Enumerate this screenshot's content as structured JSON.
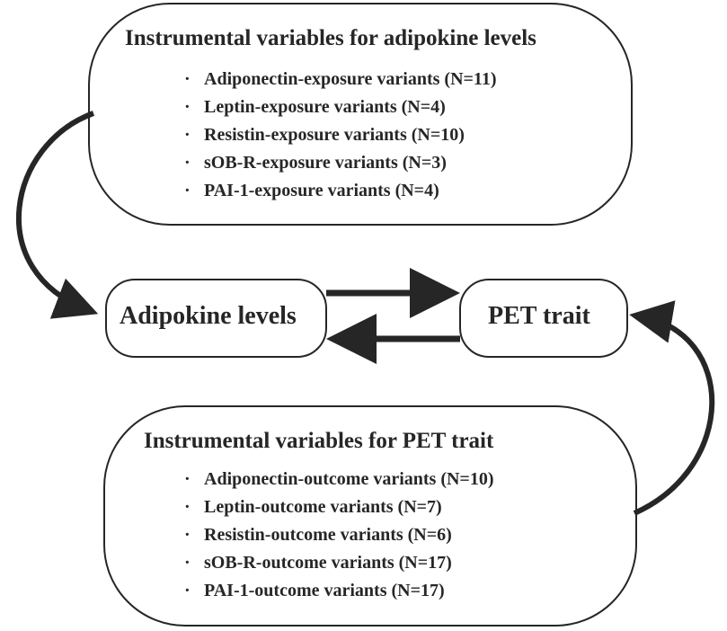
{
  "top_box": {
    "title": "Instrumental variables for adipokine levels",
    "bullet": "·",
    "items": [
      "Adiponectin-exposure variants (N=11)",
      "Leptin-exposure variants (N=4)",
      "Resistin-exposure variants (N=10)",
      "sOB-R-exposure variants (N=3)",
      "PAI-1-exposure variants (N=4)"
    ]
  },
  "nodes": {
    "adipokine": "Adipokine levels",
    "pet": "PET trait"
  },
  "bottom_box": {
    "title": "Instrumental variables for PET trait",
    "bullet": "·",
    "items": [
      "Adiponectin-outcome variants (N=10)",
      "Leptin-outcome variants (N=7)",
      "Resistin-outcome variants (N=6)",
      "sOB-R-outcome variants (N=17)",
      "PAI-1-outcome variants (N=17)"
    ]
  },
  "colors": {
    "stroke": "#262626",
    "text": "#262626",
    "background": "#ffffff"
  }
}
